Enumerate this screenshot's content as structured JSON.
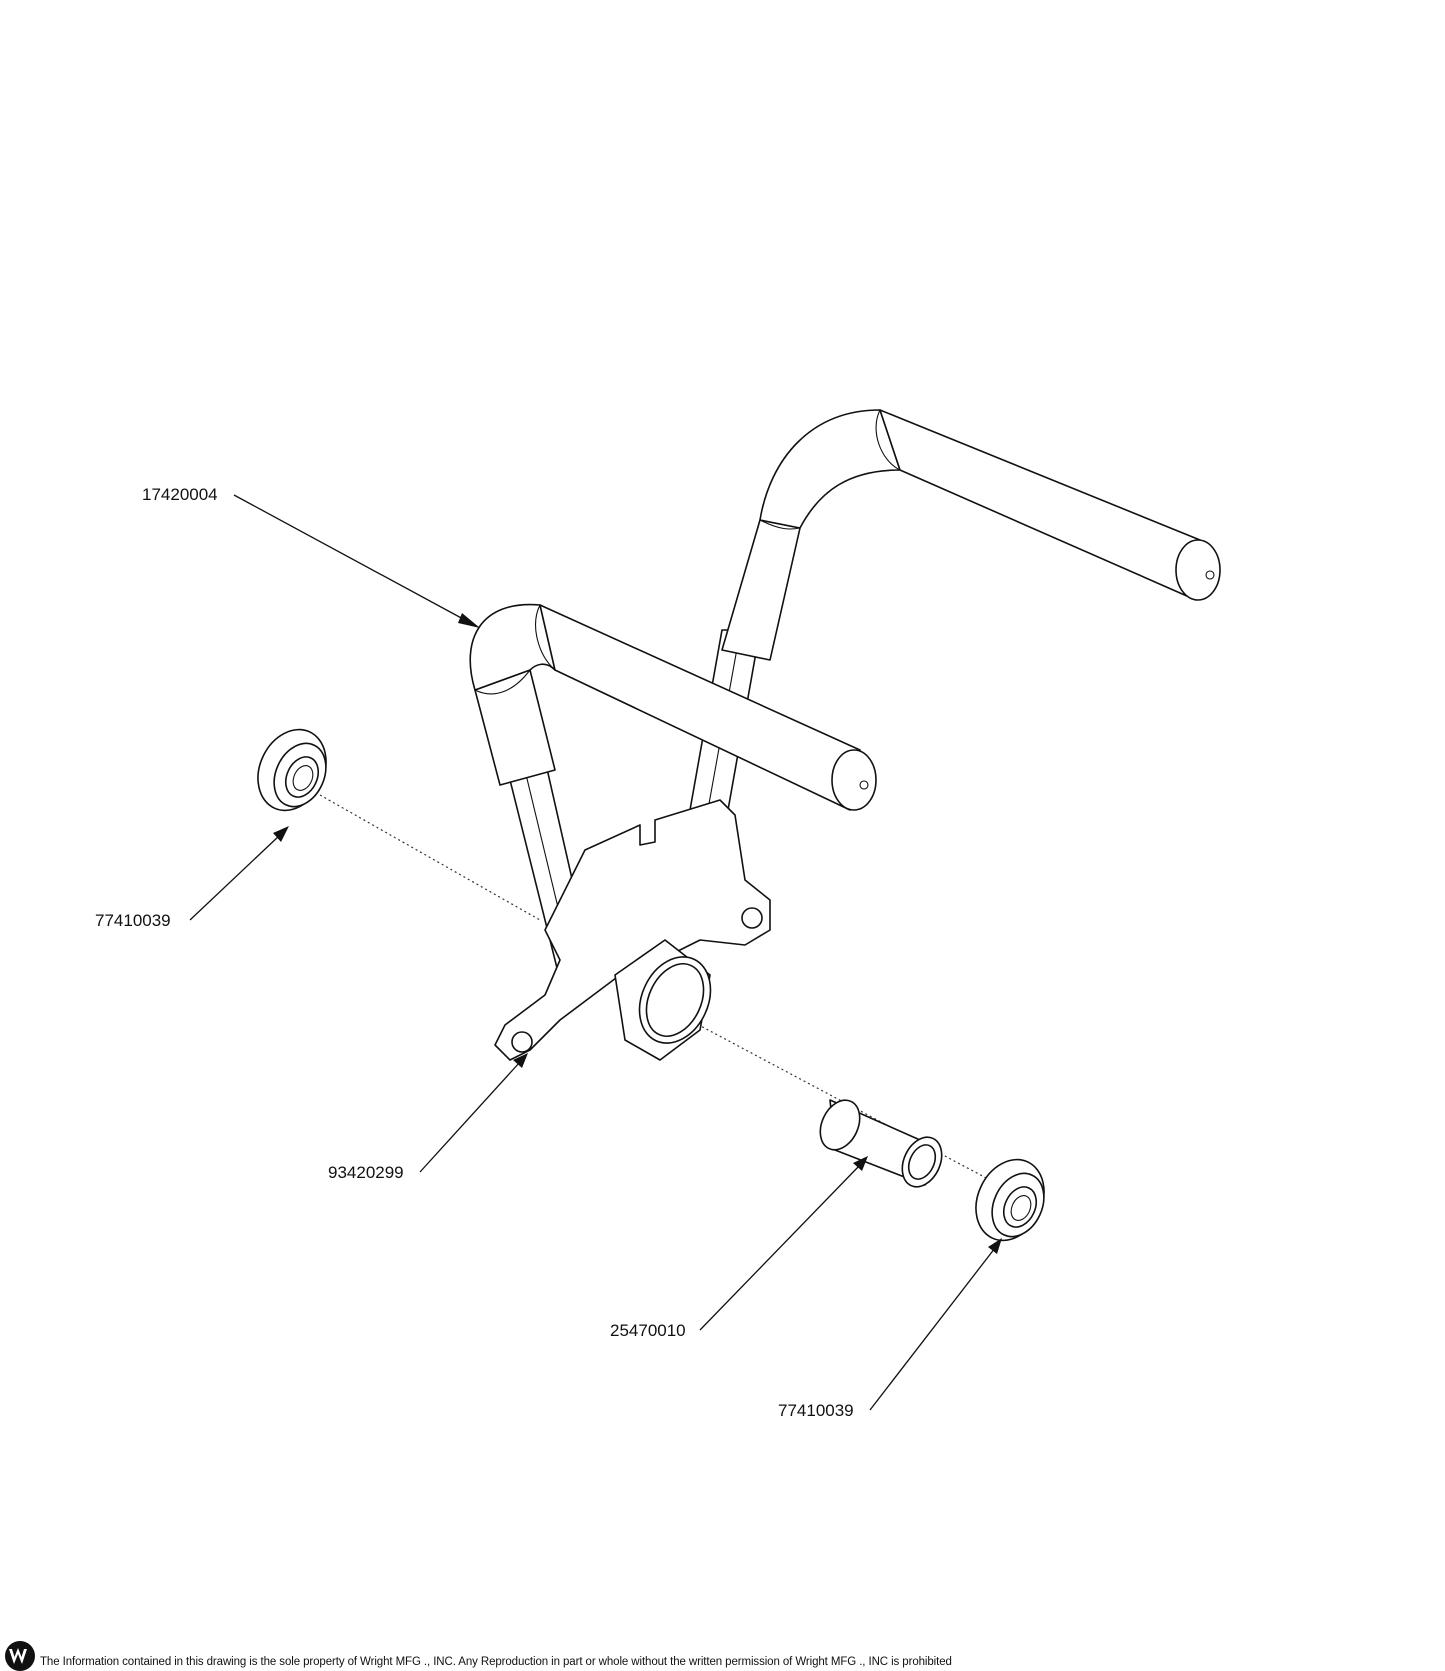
{
  "parts": {
    "handle_assembly": "17420004",
    "bearing_left": "77410039",
    "pivot_bracket": "93420299",
    "spacer": "25470010",
    "bearing_right": "77410039"
  },
  "footer": {
    "notice": "The Information contained in this drawing is the sole property of Wright MFG ., INC. Any Reproduction in part or whole without the written permission of Wright MFG ., INC is prohibited",
    "logo_icon": "wright-w-logo-icon"
  },
  "colors": {
    "line": "#111111",
    "background": "#ffffff"
  }
}
